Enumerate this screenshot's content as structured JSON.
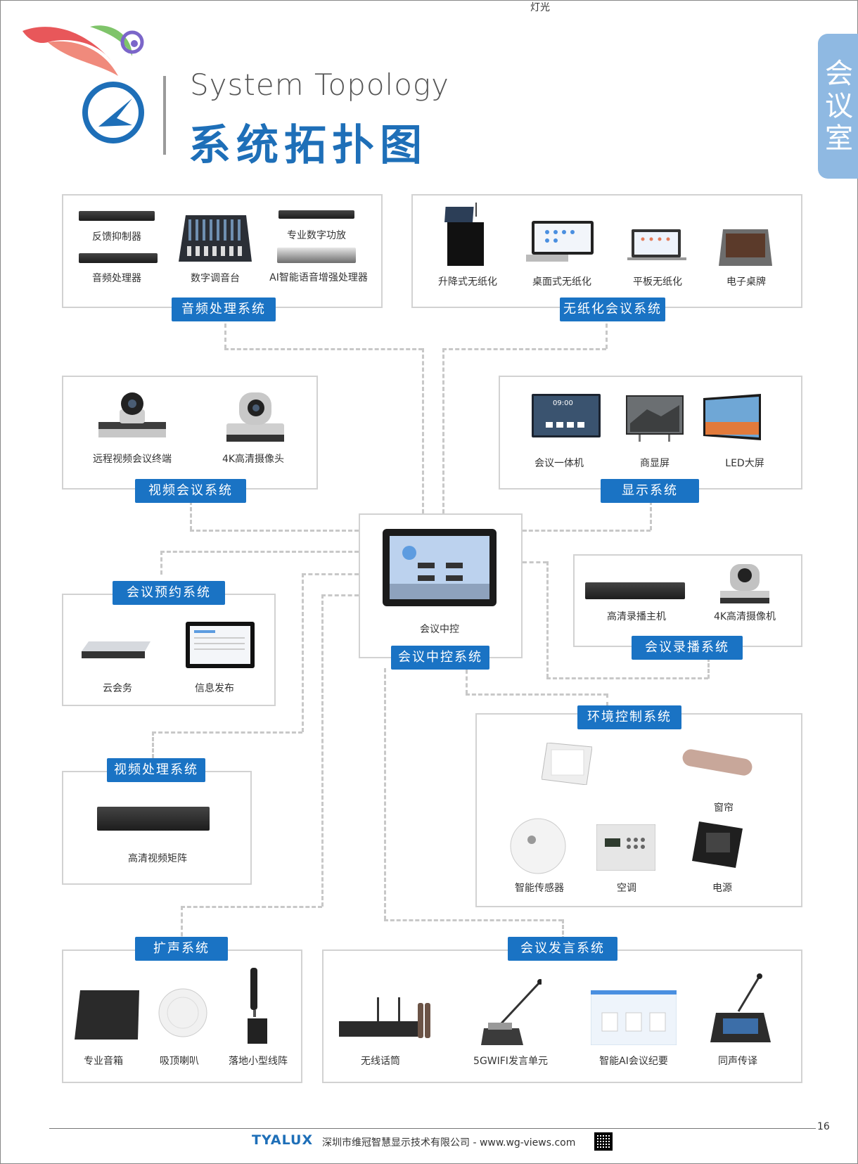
{
  "header": {
    "title_en": "System Topology",
    "title_cn": "系统拓扑图",
    "side_tab": [
      "会",
      "议",
      "室"
    ]
  },
  "panels": {
    "audio": {
      "label": "音频处理系统",
      "items": [
        "反馈抑制器",
        "音频处理器",
        "数字调音台",
        "专业数字功放",
        "AI智能语音增强处理器"
      ]
    },
    "paperless": {
      "label": "无纸化会议系统",
      "items": [
        "升降式无纸化",
        "桌面式无纸化",
        "平板无纸化",
        "电子桌牌"
      ]
    },
    "video_conf": {
      "label": "视频会议系统",
      "items": [
        "远程视频会议终端",
        "4K高清摄像头"
      ]
    },
    "display": {
      "label": "显示系统",
      "items": [
        "会议一体机",
        "商显屏",
        "LED大屏"
      ],
      "screen_time": "09:00"
    },
    "central": {
      "label": "会议中控系统",
      "items": [
        "会议中控"
      ]
    },
    "booking": {
      "label": "会议预约系统",
      "items": [
        "云会务",
        "信息发布"
      ]
    },
    "recording": {
      "label": "会议录播系统",
      "items": [
        "高清录播主机",
        "4K高清摄像机"
      ]
    },
    "video_proc": {
      "label": "视频处理系统",
      "items": [
        "高清视频矩阵"
      ]
    },
    "environment": {
      "label": "环境控制系统",
      "items": [
        "灯光",
        "窗帘",
        "智能传感器",
        "空调",
        "电源"
      ]
    },
    "pa": {
      "label": "扩声系统",
      "items": [
        "专业音箱",
        "吸顶喇叭",
        "落地小型线阵"
      ]
    },
    "speech": {
      "label": "会议发言系统",
      "items": [
        "无线话筒",
        "5GWIFI发言单元",
        "智能AI会议纪要",
        "同声传译"
      ]
    }
  },
  "footer": {
    "brand": "TYALUX",
    "company": "深圳市维冠智慧显示技术有限公司 - www.wg-views.com",
    "page": "16"
  },
  "colors": {
    "accent": "#1a73c4",
    "title": "#1e6fb8",
    "tab": "#8fb9e2",
    "border": "#d2d2d2"
  }
}
